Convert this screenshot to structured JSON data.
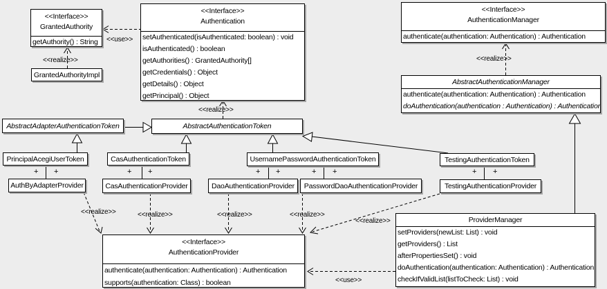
{
  "classes": {
    "granted_authority": {
      "stereotype": "<<Interface>>",
      "name": "GrantedAuthority",
      "methods": [
        "getAuthority() : String"
      ]
    },
    "granted_authority_impl": {
      "name": "GrantedAuthorityImpl"
    },
    "authentication": {
      "stereotype": "<<Interface>>",
      "name": "Authentication",
      "methods": [
        "setAuthenticated(isAuthenticated: boolean) : void",
        "isAuthenticated() : boolean",
        "getAuthorities() : GrantedAuthority[]",
        "getCredentials() : Object",
        "getDetails() : Object",
        "getPrincipal() : Object"
      ]
    },
    "authentication_manager": {
      "stereotype": "<<Interface>>",
      "name": "AuthenticationManager",
      "methods": [
        "authenticate(authentication: Authentication) : Authentication"
      ]
    },
    "abstract_authentication_manager": {
      "name": "AbstractAuthenticationManager",
      "methods": [
        "authenticate(authentication: Authentication) : Authentication",
        "doAuthentication(authentication : Authentication) : Authentication"
      ]
    },
    "abstract_adapter_authentication_token": {
      "name": "AbstractAdapterAuthenticationToken"
    },
    "abstract_authentication_token": {
      "name": "AbstractAuthenticationToken"
    },
    "principal_acegi_user_token": {
      "name": "PrincipalAcegiUserToken"
    },
    "cas_authentication_token": {
      "name": "CasAuthenticationToken"
    },
    "username_password_authentication_token": {
      "name": "UsernamePasswordAuthenticationToken"
    },
    "testing_authentication_token": {
      "name": "TestingAuthenticationToken"
    },
    "auth_by_adapter_provider": {
      "name": "AuthByAdapterProvider"
    },
    "cas_authentication_provider": {
      "name": "CasAuthenticationProvider"
    },
    "dao_authentication_provider": {
      "name": "DaoAuthenticationProvider"
    },
    "password_dao_authentication_provider": {
      "name": "PasswordDaoAuthenticationProvider"
    },
    "testing_authentication_provider": {
      "name": "TestingAuthenticationProvider"
    },
    "authentication_provider": {
      "stereotype": "<<Interface>>",
      "name": "AuthenticationProvider",
      "methods": [
        "authenticate(authentication: Authentication) : Authentication",
        "supports(authentication: Class) : boolean"
      ]
    },
    "provider_manager": {
      "name": "ProviderManager",
      "methods": [
        "setProviders(newList: List) : void",
        "getProviders() : List",
        "afterPropertiesSet() : void",
        "doAuthentication(authentication: Authentication) : Authentication",
        "checkIfValidList(listToCheck: List) : void"
      ]
    }
  },
  "edge_labels": {
    "use": "<<use>>",
    "realize": "<<realize>>",
    "multiplicity": "+"
  },
  "colors": {
    "background": "#ededed",
    "box_fill": "#ffffff",
    "line": "#000000",
    "shadow": "#a6a6a6"
  }
}
